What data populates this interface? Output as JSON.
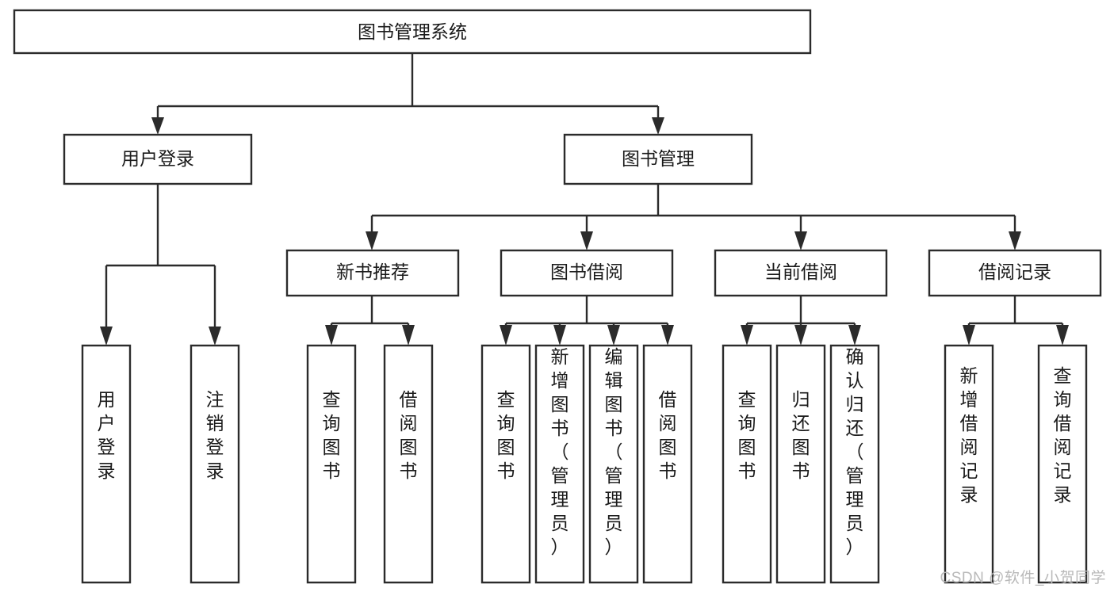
{
  "diagram": {
    "type": "tree",
    "title": "图书管理系统",
    "orientation": "top-down",
    "colors": {
      "box_stroke": "#2b2b2b",
      "box_fill": "#ffffff",
      "connector": "#2b2b2b",
      "text": "#1a1a1a",
      "background": "#ffffff",
      "watermark": "#b9b9b9"
    },
    "root": {
      "label": "图书管理系统",
      "text_orientation": "horizontal"
    },
    "level2": [
      {
        "label": "用户登录",
        "text_orientation": "horizontal"
      },
      {
        "label": "图书管理",
        "text_orientation": "horizontal"
      }
    ],
    "level3": [
      {
        "label": "新书推荐",
        "text_orientation": "horizontal"
      },
      {
        "label": "图书借阅",
        "text_orientation": "horizontal"
      },
      {
        "label": "当前借阅",
        "text_orientation": "horizontal"
      },
      {
        "label": "借阅记录",
        "text_orientation": "horizontal"
      }
    ],
    "leaves": {
      "user_login": [
        {
          "label": "用户登录",
          "text_orientation": "vertical"
        },
        {
          "label": "注销登录",
          "text_orientation": "vertical"
        }
      ],
      "new_book_recommend": [
        {
          "label": "查询图书",
          "text_orientation": "vertical"
        },
        {
          "label": "借阅图书",
          "text_orientation": "vertical"
        }
      ],
      "book_borrow": [
        {
          "label": "查询图书",
          "text_orientation": "vertical"
        },
        {
          "label": "新增图书（管理员）",
          "text_orientation": "vertical"
        },
        {
          "label": "编辑图书（管理员）",
          "text_orientation": "vertical"
        },
        {
          "label": "借阅图书",
          "text_orientation": "vertical"
        }
      ],
      "current_borrow": [
        {
          "label": "查询图书",
          "text_orientation": "vertical"
        },
        {
          "label": "归还图书",
          "text_orientation": "vertical"
        },
        {
          "label": "确认归还（管理员）",
          "text_orientation": "vertical"
        }
      ],
      "borrow_record": [
        {
          "label": "新增借阅记录",
          "text_orientation": "vertical"
        },
        {
          "label": "查询借阅记录",
          "text_orientation": "vertical"
        }
      ]
    }
  },
  "watermark": {
    "text": "CSDN @软件_小贺同学"
  }
}
